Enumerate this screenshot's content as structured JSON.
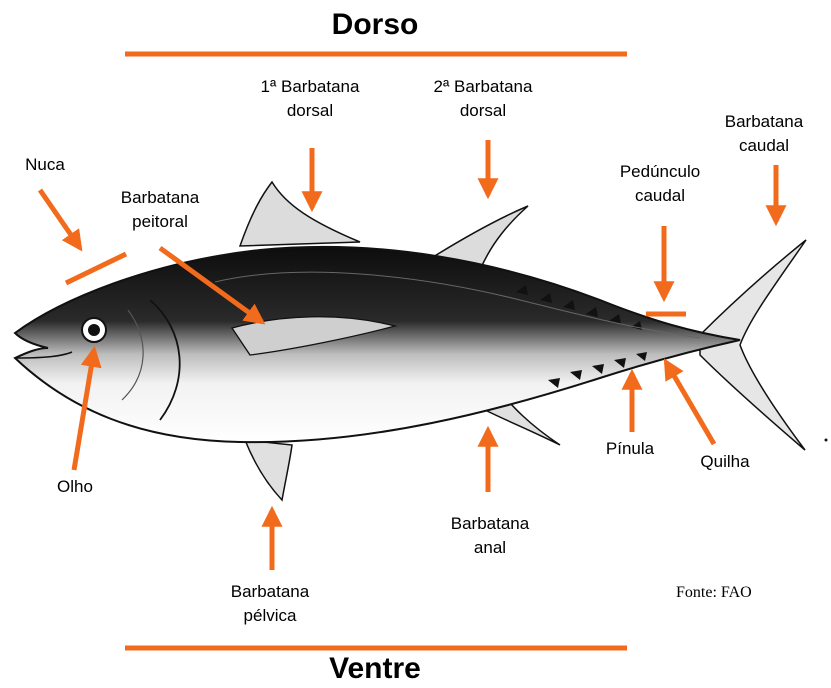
{
  "title_top": "Dorso",
  "title_bottom": "Ventre",
  "source": "Fonte: FAO",
  "accent_color": "#f26a1b",
  "labels": {
    "nuca": "Nuca",
    "peitoral_1": "Barbatana",
    "peitoral_2": "peitoral",
    "dorsal1_1": "1ª Barbatana",
    "dorsal1_2": "dorsal",
    "dorsal2_1": "2ª Barbatana",
    "dorsal2_2": "dorsal",
    "caudal_1": "Barbatana",
    "caudal_2": "caudal",
    "pedunculo_1": "Pedúnculo",
    "pedunculo_2": "caudal",
    "olho": "Olho",
    "pelvica_1": "Barbatana",
    "pelvica_2": "pélvica",
    "anal_1": "Barbatana",
    "anal_2": "anal",
    "pinula": "Pínula",
    "quilha": "Quilha"
  }
}
